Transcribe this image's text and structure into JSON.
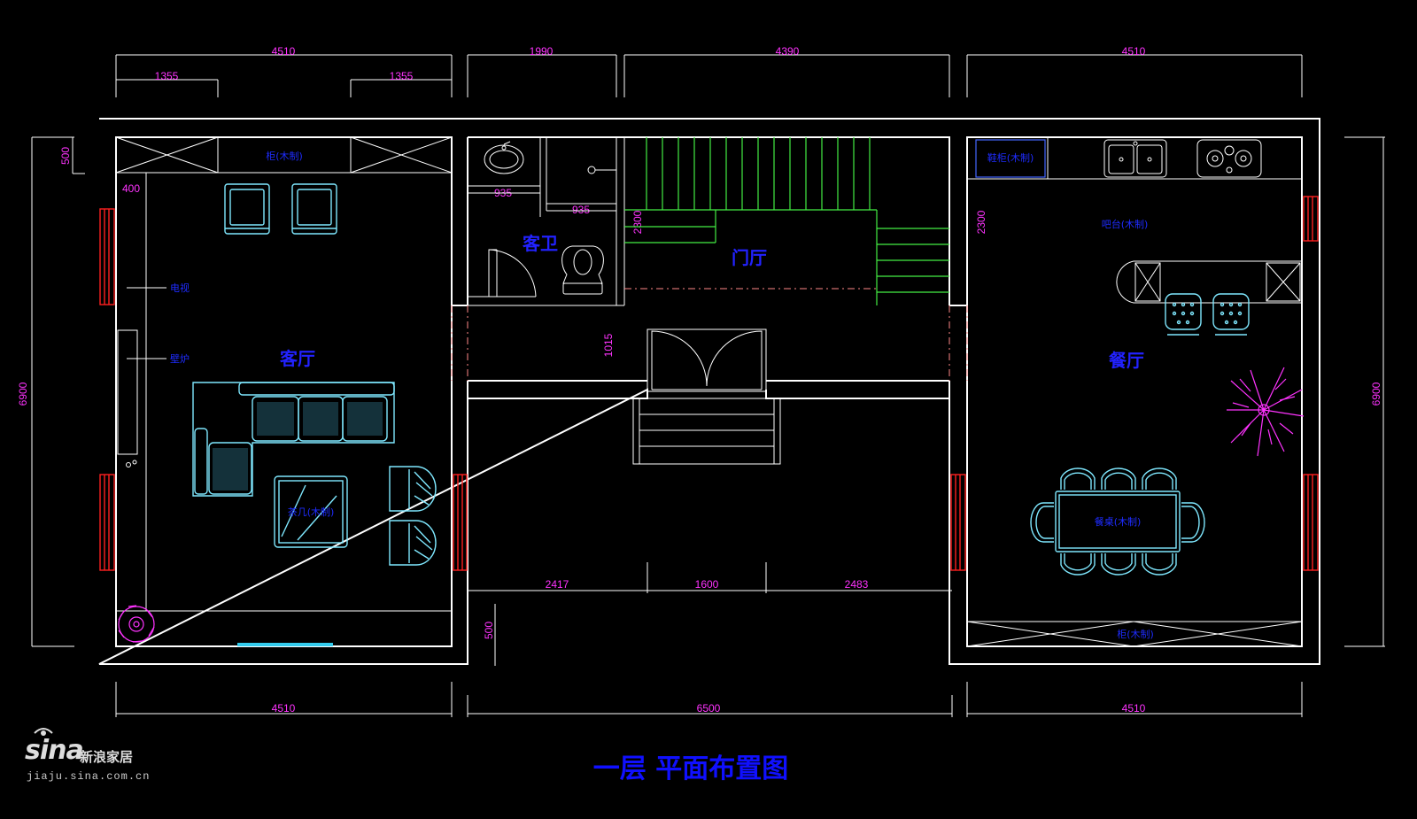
{
  "title": "一层 平面布置图",
  "watermark": {
    "brand": "sina",
    "brand_cn": "新浪家居",
    "url": "jiaju.sina.com.cn"
  },
  "rooms": {
    "living_room": "客厅",
    "guest_bath": "客卫",
    "foyer": "门厅",
    "dining_room": "餐厅"
  },
  "dimensions": {
    "top_living_total": "4510",
    "top_living_left": "1355",
    "top_living_right": "1355",
    "top_bath": "1990",
    "top_foyer": "4390",
    "top_dining": "4510",
    "left_top_offset": "500",
    "left_height": "6900",
    "right_height": "6900",
    "cabinet_depth": "400",
    "bath_left": "935",
    "bath_right": "935",
    "foyer_depth_left": "2300",
    "foyer_depth_right": "2300",
    "corridor": "1015",
    "porch_left": "2417",
    "porch_mid": "1600",
    "porch_right": "2483",
    "porch_depth": "500",
    "bottom_living": "4510",
    "bottom_mid": "6500",
    "bottom_dining": "4510"
  },
  "furniture_labels": {
    "living_cabinet": "柜(木制)",
    "tv": "电视",
    "fireplace": "壁炉",
    "coffee_table": "茶几(木制)",
    "shoe_cabinet": "鞋柜(木制)",
    "kitchen_island": "吧台(木制)",
    "dining_table": "餐桌(木制)",
    "dining_cabinet": "柜(木制)"
  },
  "colors": {
    "background": "#000000",
    "walls": "#ffffff",
    "furniture": "#7fe8ff",
    "dimensions": "#ff33ff",
    "labels": "#2222ff",
    "stairs": "#44ee44",
    "windows": "#ff2020"
  }
}
